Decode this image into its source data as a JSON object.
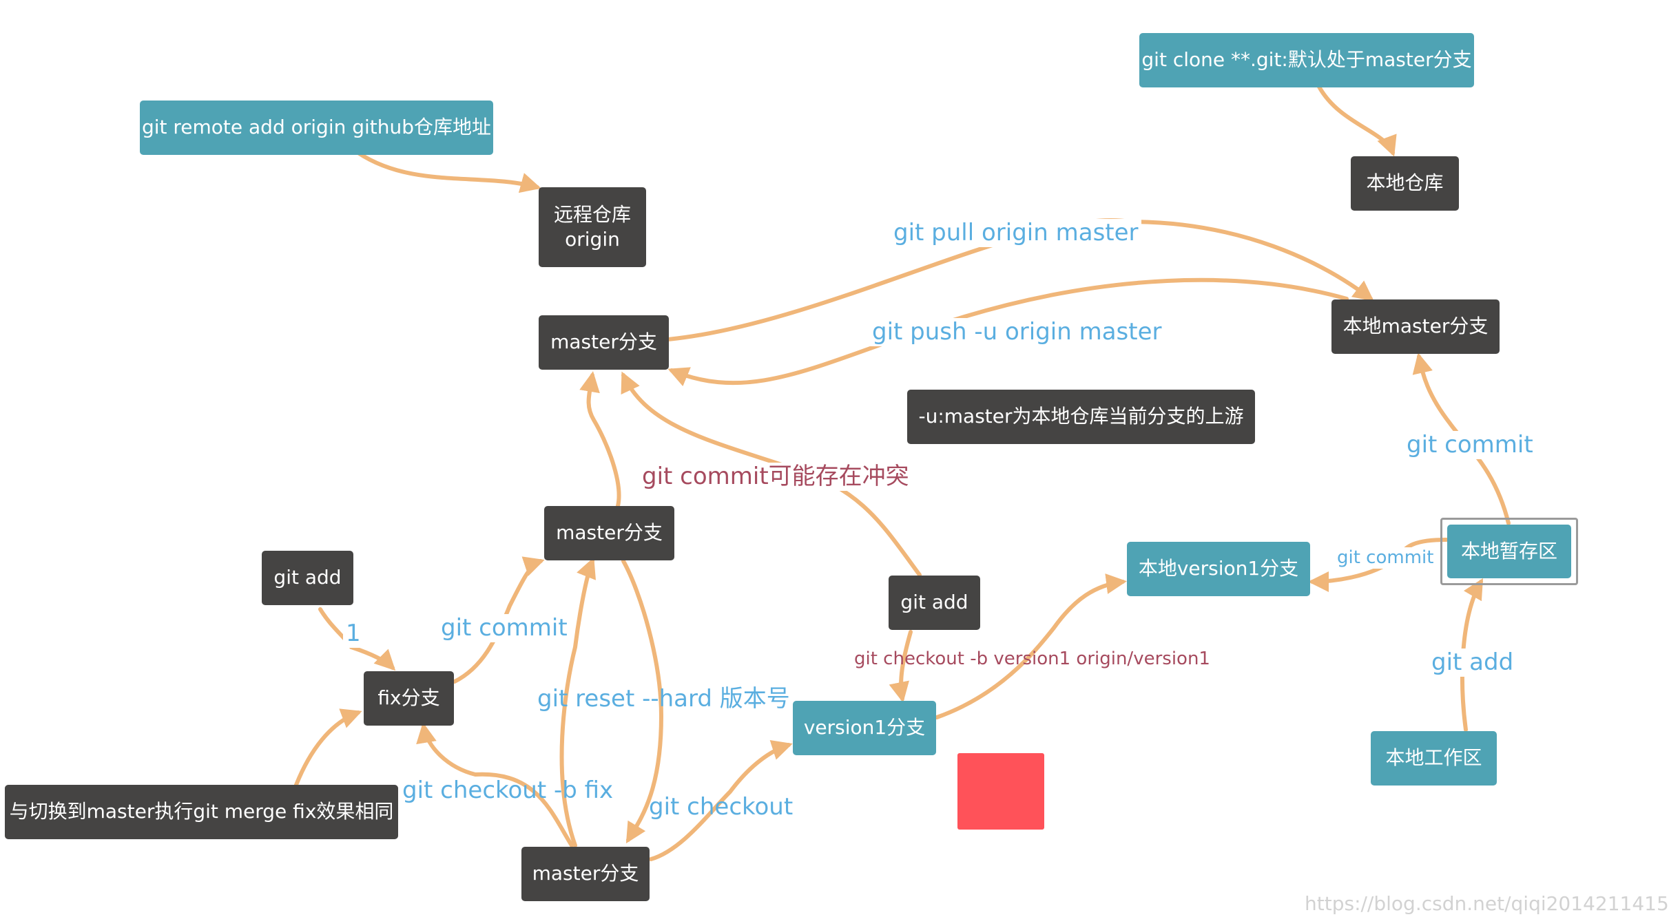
{
  "nodes": {
    "remote_add": "git remote add origin github仓库地址",
    "remote_repo": [
      "远程仓库",
      "origin"
    ],
    "clone": "git clone **.git:默认处于master分支",
    "local_repo": "本地仓库",
    "master_top": "master分支",
    "local_master": "本地master分支",
    "upstream_note": "-u:master为本地仓库当前分支的上游",
    "master_mid": "master分支",
    "git_add_left": "git add",
    "git_add_mid": "git add",
    "local_version1": "本地version1分支",
    "local_staging": "本地暂存区",
    "fix_branch": "fix分支",
    "version1_branch": "version1分支",
    "local_workdir": "本地工作区",
    "merge_note": "与切换到master执行git merge fix效果相同",
    "master_bottom": "master分支"
  },
  "edge_labels": {
    "pull": "git pull origin master",
    "push": "git push -u origin master",
    "commit_conflict": "git commit可能存在冲突",
    "commit_right": "git commit",
    "commit_small": "git commit",
    "git_add_right": "git add",
    "one": "1",
    "commit_fix": "git commit",
    "checkout_b_version1": "git checkout -b version1 origin/version1",
    "reset_hard": "git reset --hard 版本号",
    "checkout_b_fix": "git checkout -b fix",
    "checkout": "git checkout"
  },
  "watermark": "https://blog.csdn.net/qiqi2014211415",
  "colors": {
    "dark_node": "#454443",
    "teal_node": "#4fa3b4",
    "edge": "#f0b679",
    "label_blue": "#5aaee0",
    "label_maroon": "#a64a5e",
    "red_square": "#ff5259"
  }
}
